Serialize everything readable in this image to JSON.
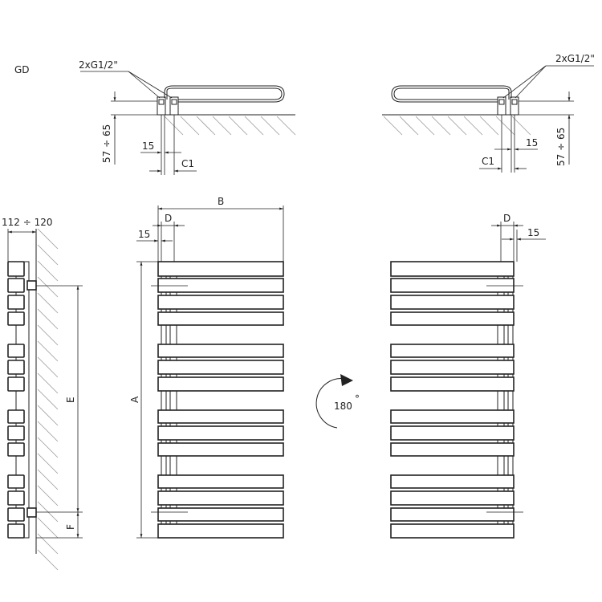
{
  "title": "GD",
  "top_left": {
    "connection": "2xG1/2\"",
    "height_range": "57 ÷ 65",
    "offset": "15",
    "c1": "C1"
  },
  "top_right": {
    "connection": "2xG1/2\"",
    "height_range": "57 ÷ 65",
    "offset": "15",
    "c1": "C1"
  },
  "side_view": {
    "depth_range": "112 ÷ 120",
    "e": "E",
    "f": "F"
  },
  "front_view": {
    "b": "B",
    "d": "D",
    "offset": "15",
    "a": "A"
  },
  "rear_view": {
    "d": "D",
    "offset": "15"
  },
  "rotation": {
    "label": "180",
    "degree": "°"
  }
}
